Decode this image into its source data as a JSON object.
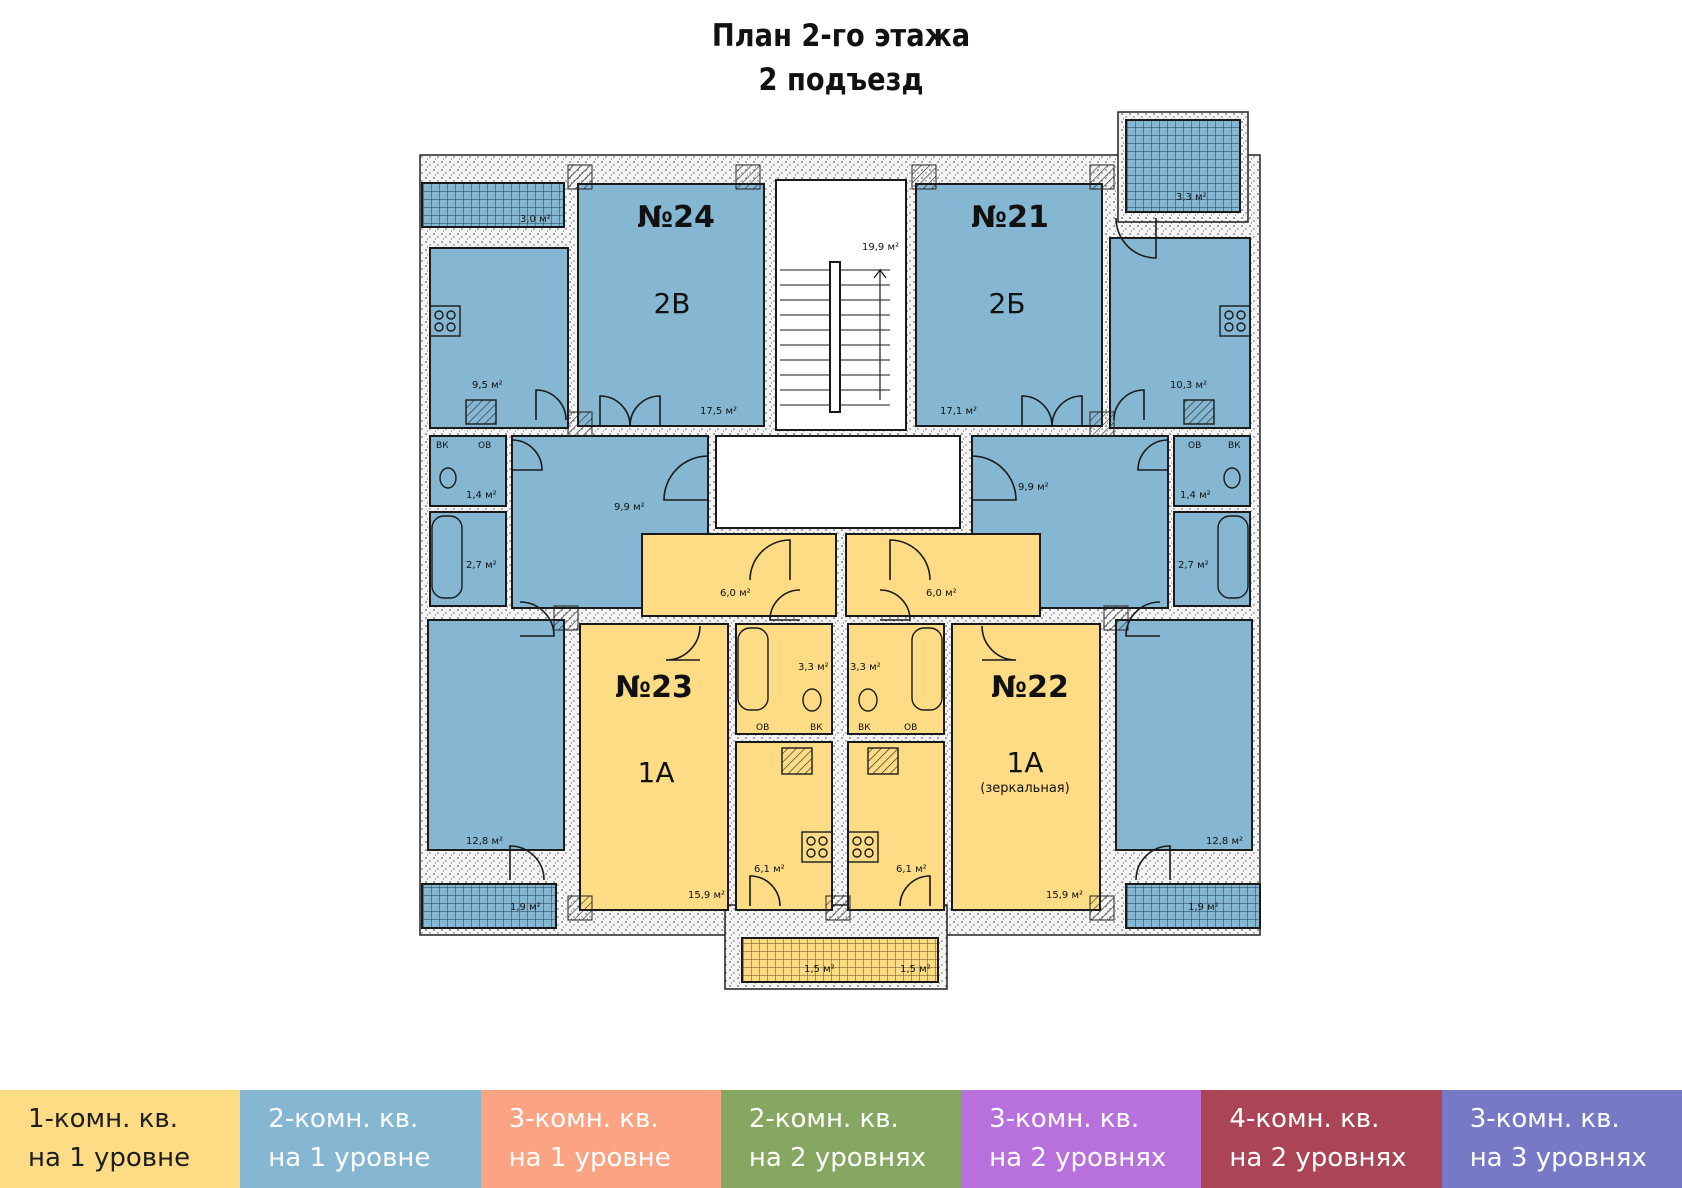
{
  "title": {
    "line1": "План 2-го этажа",
    "line2": "2 подъезд"
  },
  "apartments": {
    "a24": {
      "number": "№24",
      "type": "2В"
    },
    "a21": {
      "number": "№21",
      "type": "2Б"
    },
    "a23": {
      "number": "№23",
      "type": "1А"
    },
    "a22": {
      "number": "№22",
      "type": "1А",
      "note": "(зеркальная)"
    }
  },
  "areas": {
    "balcony_tl": "3,0 м²",
    "kitchen_24": "9,5 м²",
    "room_24": "17,5 м²",
    "hall_24": "9,9 м²",
    "wc_24": "1,4 м²",
    "bath_24": "2,7 м²",
    "room_24b": "12,8 м²",
    "balcony_bl": "1,9 м²",
    "stair": "19,9 м²",
    "balcony_tr": "3,3 м²",
    "room_21": "17,1 м²",
    "kitchen_21": "10,3 м²",
    "hall_21": "9,9 м²",
    "wc_21": "1,4 м²",
    "bath_21": "2,7 м²",
    "room_21b": "12,8 м²",
    "balcony_br": "1,9 м²",
    "hall_23": "6,0 м²",
    "hall_22": "6,0 м²",
    "bath_23": "3,3 м²",
    "bath_22": "3,3 м²",
    "room_23": "15,9 м²",
    "room_22": "15,9 м²",
    "kitchen_23": "6,1 м²",
    "kitchen_22": "6,1 м²",
    "balcony_b1": "1,5 м²",
    "balcony_b2": "1,5 м²"
  },
  "shaft_labels": {
    "vk": "ВК",
    "ov": "ОВ"
  },
  "legend": [
    {
      "line1": "1-комн. кв.",
      "line2": "на 1 уровне",
      "color": "#fddc85",
      "text_color": "#1e1e1e"
    },
    {
      "line1": "2-комн. кв.",
      "line2": "на 1 уровне",
      "color": "#85b7d2",
      "text_color": "#ffffff"
    },
    {
      "line1": "3-комн. кв.",
      "line2": "на 1 уровне",
      "color": "#fca384",
      "text_color": "#ffffff"
    },
    {
      "line1": "2-комн. кв.",
      "line2": "на 2 уровнях",
      "color": "#86a761",
      "text_color": "#ffffff"
    },
    {
      "line1": "3-комн. кв.",
      "line2": "на 2 уровнях",
      "color": "#b870dc",
      "text_color": "#ffffff"
    },
    {
      "line1": "4-комн. кв.",
      "line2": "на 2 уровнях",
      "color": "#ab4555",
      "text_color": "#ffffff"
    },
    {
      "line1": "3-комн. кв.",
      "line2": "на 3 уровнях",
      "color": "#7779c6",
      "text_color": "#ffffff"
    }
  ],
  "colors": {
    "blue": "#85b7d2",
    "yellow": "#fddc85",
    "wall": "#1a1a1a"
  }
}
